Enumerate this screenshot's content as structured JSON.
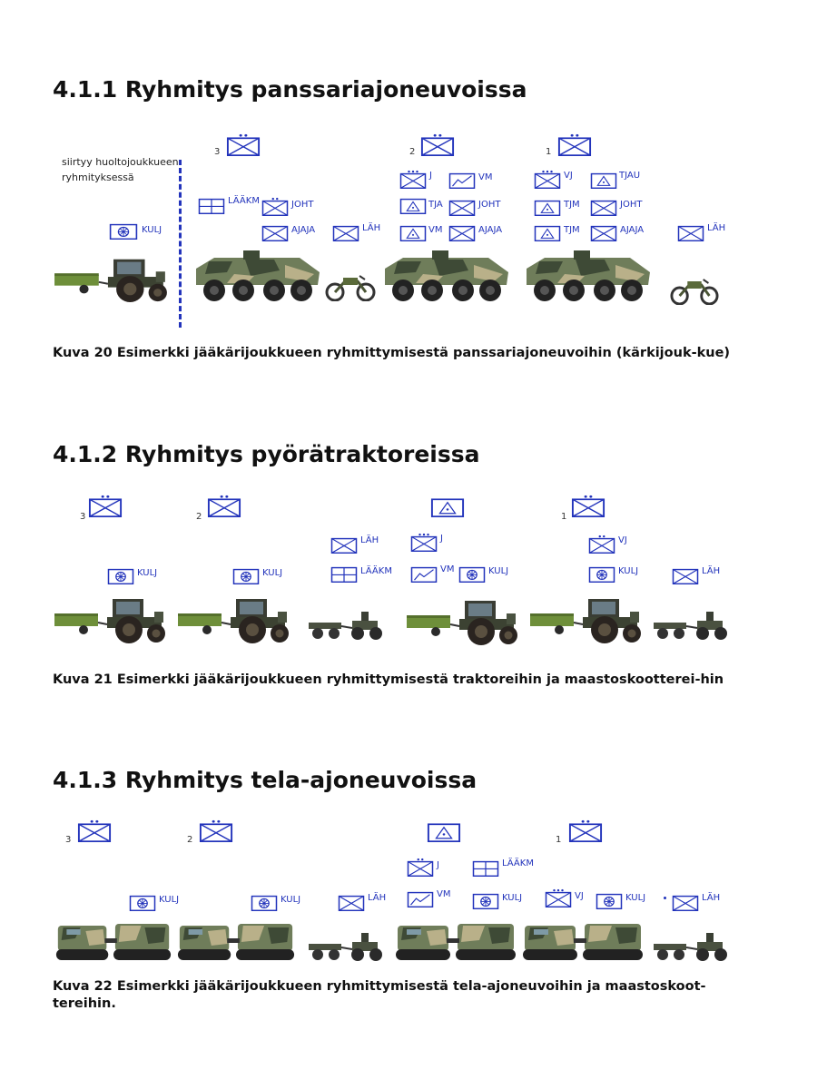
{
  "sections": [
    {
      "heading": "4.1.1 Ryhmitys panssariajoneuvoissa",
      "caption": "Kuva 20 Esimerkki jääkärijoukkueen ryhmittymisestä panssariajoneuvoihin (kärkijouk-kue)",
      "note": "siirtyy huoltojoukkueen ryhmityksessä",
      "symbols": [
        {
          "type": "kulj",
          "label": "KULJ"
        },
        {
          "type": "laakm",
          "label": "LÄÄKM"
        },
        {
          "type": "inf2",
          "label": "JOHT"
        },
        {
          "type": "inf",
          "label": "AJAJA"
        },
        {
          "type": "inf",
          "label": "LÄH"
        },
        {
          "type": "inf2",
          "label": "3"
        },
        {
          "type": "inf3",
          "label": "J"
        },
        {
          "type": "vm",
          "label": "VM"
        },
        {
          "type": "tj",
          "label": "TJA"
        },
        {
          "type": "inf",
          "label": "JOHT"
        },
        {
          "type": "tj",
          "label": "VM"
        },
        {
          "type": "inf",
          "label": "AJAJA"
        },
        {
          "type": "inf2",
          "label": "2"
        },
        {
          "type": "inf3",
          "label": "VJ"
        },
        {
          "type": "tj",
          "label": "TJAU"
        },
        {
          "type": "tj",
          "label": "TJM"
        },
        {
          "type": "inf",
          "label": "JOHT"
        },
        {
          "type": "tj",
          "label": "TJM"
        },
        {
          "type": "inf",
          "label": "AJAJA"
        },
        {
          "type": "inf2",
          "label": "1"
        },
        {
          "type": "inf",
          "label": "LÄH"
        }
      ],
      "vehicles": [
        "tractor",
        "apc",
        "motorcycle",
        "apc",
        "apc",
        "motorcycle"
      ]
    },
    {
      "heading": "4.1.2 Ryhmitys pyörätraktoreissa",
      "caption": "Kuva 21 Esimerkki jääkärijoukkueen ryhmittymisestä traktoreihin ja maastoskootterei-hin",
      "symbols": [
        {
          "type": "inf2",
          "label": "3"
        },
        {
          "type": "kulj",
          "label": "KULJ"
        },
        {
          "type": "inf2",
          "label": "2"
        },
        {
          "type": "kulj",
          "label": "KULJ"
        },
        {
          "type": "inf",
          "label": "LÄH"
        },
        {
          "type": "laakm",
          "label": "LÄÄKM"
        },
        {
          "type": "tj",
          "label": ""
        },
        {
          "type": "inf3",
          "label": "J"
        },
        {
          "type": "vm",
          "label": "VM"
        },
        {
          "type": "kulj",
          "label": "KULJ"
        },
        {
          "type": "inf2",
          "label": "1"
        },
        {
          "type": "inf2",
          "label": "VJ"
        },
        {
          "type": "kulj",
          "label": "KULJ"
        },
        {
          "type": "inf",
          "label": "LÄH"
        }
      ],
      "vehicles": [
        "tractor",
        "tractor",
        "atv",
        "tractor",
        "tractor",
        "atv"
      ]
    },
    {
      "heading": "4.1.3 Ryhmitys tela-ajoneuvoissa",
      "caption": "Kuva 22 Esimerkki jääkärijoukkueen ryhmittymisestä tela-ajoneuvoihin ja maastoskoot-tereihin.",
      "symbols": [
        {
          "type": "inf2",
          "label": "3"
        },
        {
          "type": "kulj",
          "label": "KULJ"
        },
        {
          "type": "inf2",
          "label": "2"
        },
        {
          "type": "kulj",
          "label": "KULJ"
        },
        {
          "type": "inf",
          "label": "LÄH"
        },
        {
          "type": "tj",
          "label": ""
        },
        {
          "type": "inf2",
          "label": "J"
        },
        {
          "type": "laakm",
          "label": "LÄÄKM"
        },
        {
          "type": "vm",
          "label": "VM"
        },
        {
          "type": "kulj",
          "label": "KULJ"
        },
        {
          "type": "inf2",
          "label": "1"
        },
        {
          "type": "inf3",
          "label": "VJ"
        },
        {
          "type": "kulj",
          "label": "KULJ"
        },
        {
          "type": "inf",
          "label": "LÄH"
        }
      ],
      "vehicles": [
        "bv",
        "bv",
        "atv",
        "bv",
        "bv",
        "atv"
      ]
    }
  ],
  "colors": {
    "symbol": "#2233bb",
    "text": "#111111",
    "camo_dark": "#3e4a36",
    "camo_mid": "#6f7d5a",
    "camo_light": "#b9b089",
    "olive": "#6e8f3a"
  }
}
